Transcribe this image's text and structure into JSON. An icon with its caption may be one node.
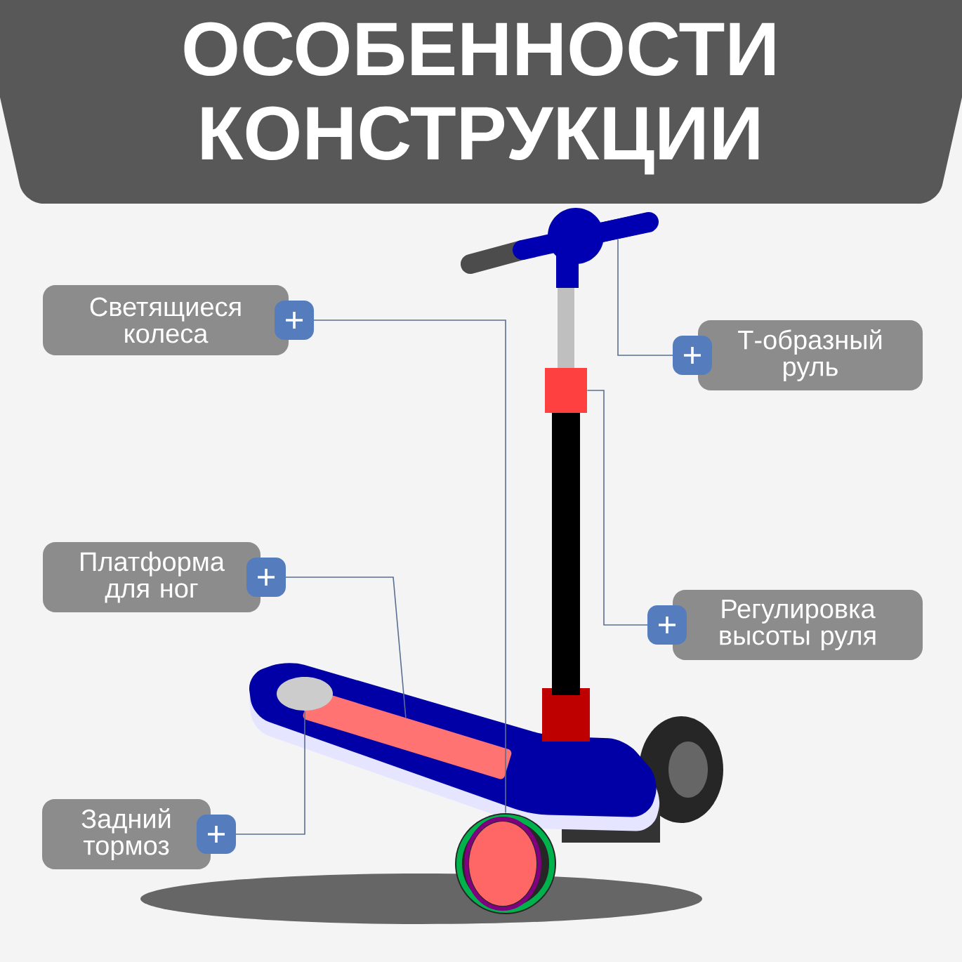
{
  "diagram": {
    "title": "ОСОБЕННОСТИ КОНСТРУКЦИИ",
    "nodes": [
      {
        "text": [
          "Светящиеся колеса"
        ]
      },
      {
        "text": [
          "Т-образный руль"
        ]
      },
      {
        "text": [
          "Платформа для ног"
        ]
      },
      {
        "text": [
          "Регулировка высоты руля"
        ]
      },
      {
        "text": [
          "Задний тормоз"
        ]
      },
      {
        "text": [],
        "shape": "circle"
      },
      {
        "text": [],
        "shape": "bar"
      },
      {
        "text": [],
        "shape": "box"
      },
      {
        "text": [],
        "shape": "bar"
      },
      {
        "text": [],
        "shape": "ellipse"
      }
    ],
    "edges": [
      {
        "from": 0,
        "to": 5,
        "arrow": "none"
      },
      {
        "from": 1,
        "to": 6,
        "arrow": "none"
      },
      {
        "from": 2,
        "to": 8,
        "arrow": "none"
      },
      {
        "from": 3,
        "to": 7,
        "arrow": "none"
      },
      {
        "from": 4,
        "to": 9,
        "arrow": "none"
      }
    ]
  }
}
